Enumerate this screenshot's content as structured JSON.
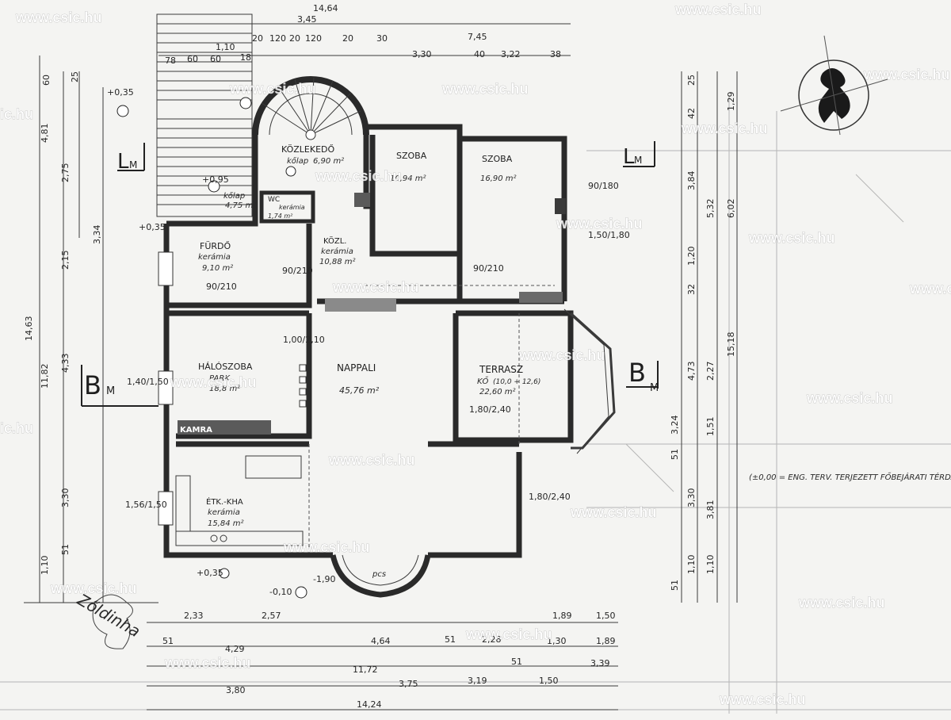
{
  "colors": {
    "paper": "#f4f4f2",
    "ink": "#2a2a2a",
    "watermark": "#ffffff"
  },
  "watermark": "www.csic.hu",
  "watermark_partial": "ic.hu",
  "rooms": {
    "kozlekedo": {
      "name": "KÖZLEKEDŐ",
      "floor": "kőlap",
      "area": "6,90 m²"
    },
    "szoba1": {
      "name": "SZOBA",
      "area": "10,94 m²"
    },
    "szoba2": {
      "name": "SZOBA",
      "area": "16,90 m²"
    },
    "kolap_small": {
      "floor": "kőlap",
      "area": "4,75 m²"
    },
    "wc": {
      "name": "WC",
      "floor": "kerámia",
      "area": "1,74 m²"
    },
    "kozl": {
      "name": "KÖZL.",
      "floor": "kerámia",
      "area": "10,88 m²"
    },
    "furdo": {
      "name": "FÜRDŐ",
      "floor": "kerámia",
      "area": "9,10 m²"
    },
    "haloszoba": {
      "name": "HÁLÓSZOBA",
      "floor": "PARK.",
      "area": "18,8 m²"
    },
    "nappali": {
      "name": "NAPPALI",
      "area": "45,76 m²"
    },
    "terrasz": {
      "name": "TERRASZ",
      "floor": "KŐ",
      "note": "(10,0 + 12,6)",
      "area": "22,60 m²"
    },
    "kamra": {
      "name": "KAMRA"
    },
    "etkezo": {
      "name": "ÉTK.-KHA",
      "floor": "kerámia",
      "area": "15,84 m²"
    }
  },
  "section_marks": [
    "B",
    "M",
    "B",
    "M",
    "L",
    "M",
    "L",
    "M"
  ],
  "levels": [
    "+0,35",
    "+0,95",
    "+0,35",
    "+0,35",
    "-0,10",
    "-1,90"
  ],
  "note": "(±0,00 = ENG. TERV. TERJEZETT FŐBEJÁRATI TÉRDAN MAGASSÁG)",
  "signature": "Zőldinha",
  "bay_label": "pcs",
  "dimensions": {
    "top": [
      "3,45",
      "7,45",
      "20",
      "120",
      "20",
      "120",
      "20",
      "30",
      "3,30",
      "40",
      "3,22",
      "38",
      "18",
      "78",
      "60",
      "60",
      "1,10",
      "14,64"
    ],
    "bottom": [
      "2,33",
      "2,57",
      "1,89",
      "1,50",
      "51",
      "4,29",
      "4,64",
      "51",
      "2,28",
      "1,30",
      "1,89",
      "11,72",
      "51",
      "3,39",
      "3,80",
      "3,75",
      "3,19",
      "1,50",
      "14,24"
    ],
    "left": [
      "4,81",
      "2,75",
      "2,15",
      "3,34",
      "4,33",
      "11,82",
      "14,63",
      "3,30",
      "51",
      "1,10",
      "60",
      "25"
    ],
    "right": [
      "3,84",
      "5,32",
      "6,02",
      "1,20",
      "4,73",
      "2,27",
      "1,51",
      "15,18",
      "3,24",
      "3,30",
      "3,81",
      "1,10",
      "1,10",
      "51",
      "51",
      "32",
      "25",
      "42",
      "1,29"
    ],
    "openings": [
      "90/210",
      "1,00/2,10",
      "90/210",
      "90/180",
      "1,80/2,40",
      "1,80/2,40",
      "1,50/1,80",
      "1,40/1,50",
      "1,56/1,50",
      "90/210"
    ]
  }
}
